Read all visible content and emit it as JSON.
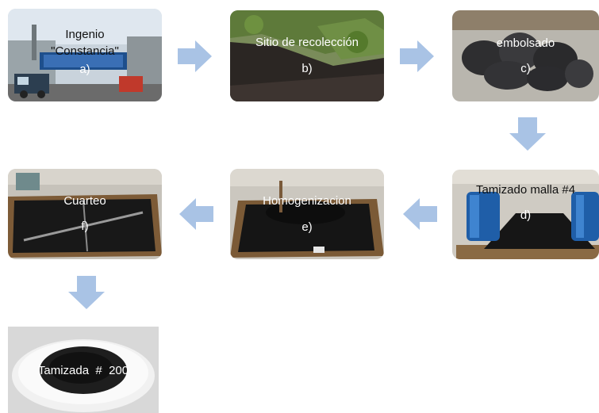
{
  "steps": [
    {
      "title_line1": "Ingenio",
      "title_line2": "\"Constancia\"",
      "letter": "a)",
      "scene": "sugar mill facade with blue sign and parked truck"
    },
    {
      "title": "Sitio de recolección",
      "letter": "b)",
      "scene": "dark soil slope with green vegetation"
    },
    {
      "title": "embolsado",
      "letter": "c)",
      "scene": "filled black sacks on concrete floor"
    },
    {
      "title": "Tamizado malla #4",
      "letter": "d)",
      "scene": "blue barrels over black material in wooden frame"
    },
    {
      "title": "Homogenizacion",
      "letter": "e)",
      "scene": "black material spread in wooden frame"
    },
    {
      "title": "Cuarteo",
      "letter": "f)",
      "scene": "black material divided into quarters in wooden frame"
    },
    {
      "title": "Tamizada  #  200",
      "scene": "fine black powder in white bowl"
    }
  ],
  "colors": {
    "arrow": "#a9c3e5",
    "label_text": "#ffffff",
    "label_dark": "#111111",
    "soil": "#1a1a1a"
  },
  "arrows": [
    {
      "from": "a",
      "to": "b",
      "direction": "right"
    },
    {
      "from": "b",
      "to": "c",
      "direction": "right"
    },
    {
      "from": "c",
      "to": "d",
      "direction": "down"
    },
    {
      "from": "d",
      "to": "e",
      "direction": "left"
    },
    {
      "from": "e",
      "to": "f",
      "direction": "left"
    },
    {
      "from": "f",
      "to": "g",
      "direction": "down"
    }
  ]
}
